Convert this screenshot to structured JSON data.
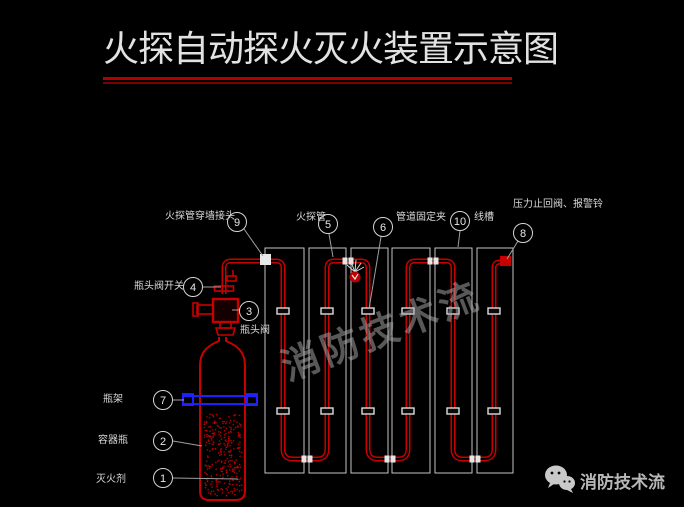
{
  "title": {
    "text": "火探自动探火灭火装置示意图"
  },
  "callouts": [
    {
      "num": "9",
      "label": "火探管穿墙接头"
    },
    {
      "num": "5",
      "label": "火探管"
    },
    {
      "num": "6",
      "label": "管道固定夹"
    },
    {
      "num": "10",
      "label": "线槽"
    },
    {
      "num": "8",
      "label": "压力止回阀、报警铃"
    },
    {
      "num": "4",
      "label": "瓶头阀开关"
    },
    {
      "num": "3",
      "label": "瓶头阀"
    },
    {
      "num": "7",
      "label": "瓶架"
    },
    {
      "num": "2",
      "label": "容器瓶"
    },
    {
      "num": "1",
      "label": "灭火剂"
    }
  ],
  "watermark": {
    "text": "消防技术流"
  },
  "footer": {
    "brand": "消防技术流"
  },
  "colors": {
    "tube": "#c80000",
    "underline": "#b30000",
    "bracket": "#1f1fff",
    "panel_outline": "#c4c4c4"
  }
}
